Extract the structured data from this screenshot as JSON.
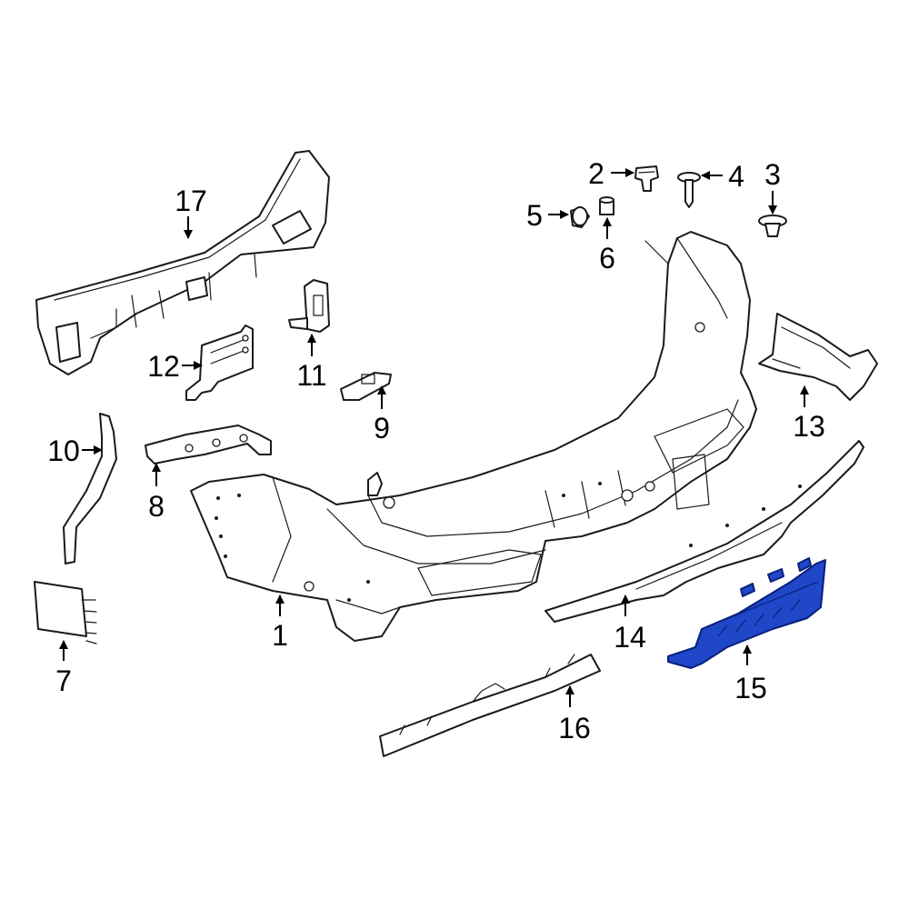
{
  "highlight_color": "#1f47c8",
  "callouts": [
    {
      "id": "1",
      "label": "1"
    },
    {
      "id": "2",
      "label": "2"
    },
    {
      "id": "3",
      "label": "3"
    },
    {
      "id": "4",
      "label": "4"
    },
    {
      "id": "5",
      "label": "5"
    },
    {
      "id": "6",
      "label": "6"
    },
    {
      "id": "7",
      "label": "7"
    },
    {
      "id": "8",
      "label": "8"
    },
    {
      "id": "9",
      "label": "9"
    },
    {
      "id": "10",
      "label": "10"
    },
    {
      "id": "11",
      "label": "11"
    },
    {
      "id": "12",
      "label": "12"
    },
    {
      "id": "13",
      "label": "13"
    },
    {
      "id": "14",
      "label": "14"
    },
    {
      "id": "15",
      "label": "15",
      "highlighted": true
    },
    {
      "id": "16",
      "label": "16"
    },
    {
      "id": "17",
      "label": "17"
    }
  ]
}
